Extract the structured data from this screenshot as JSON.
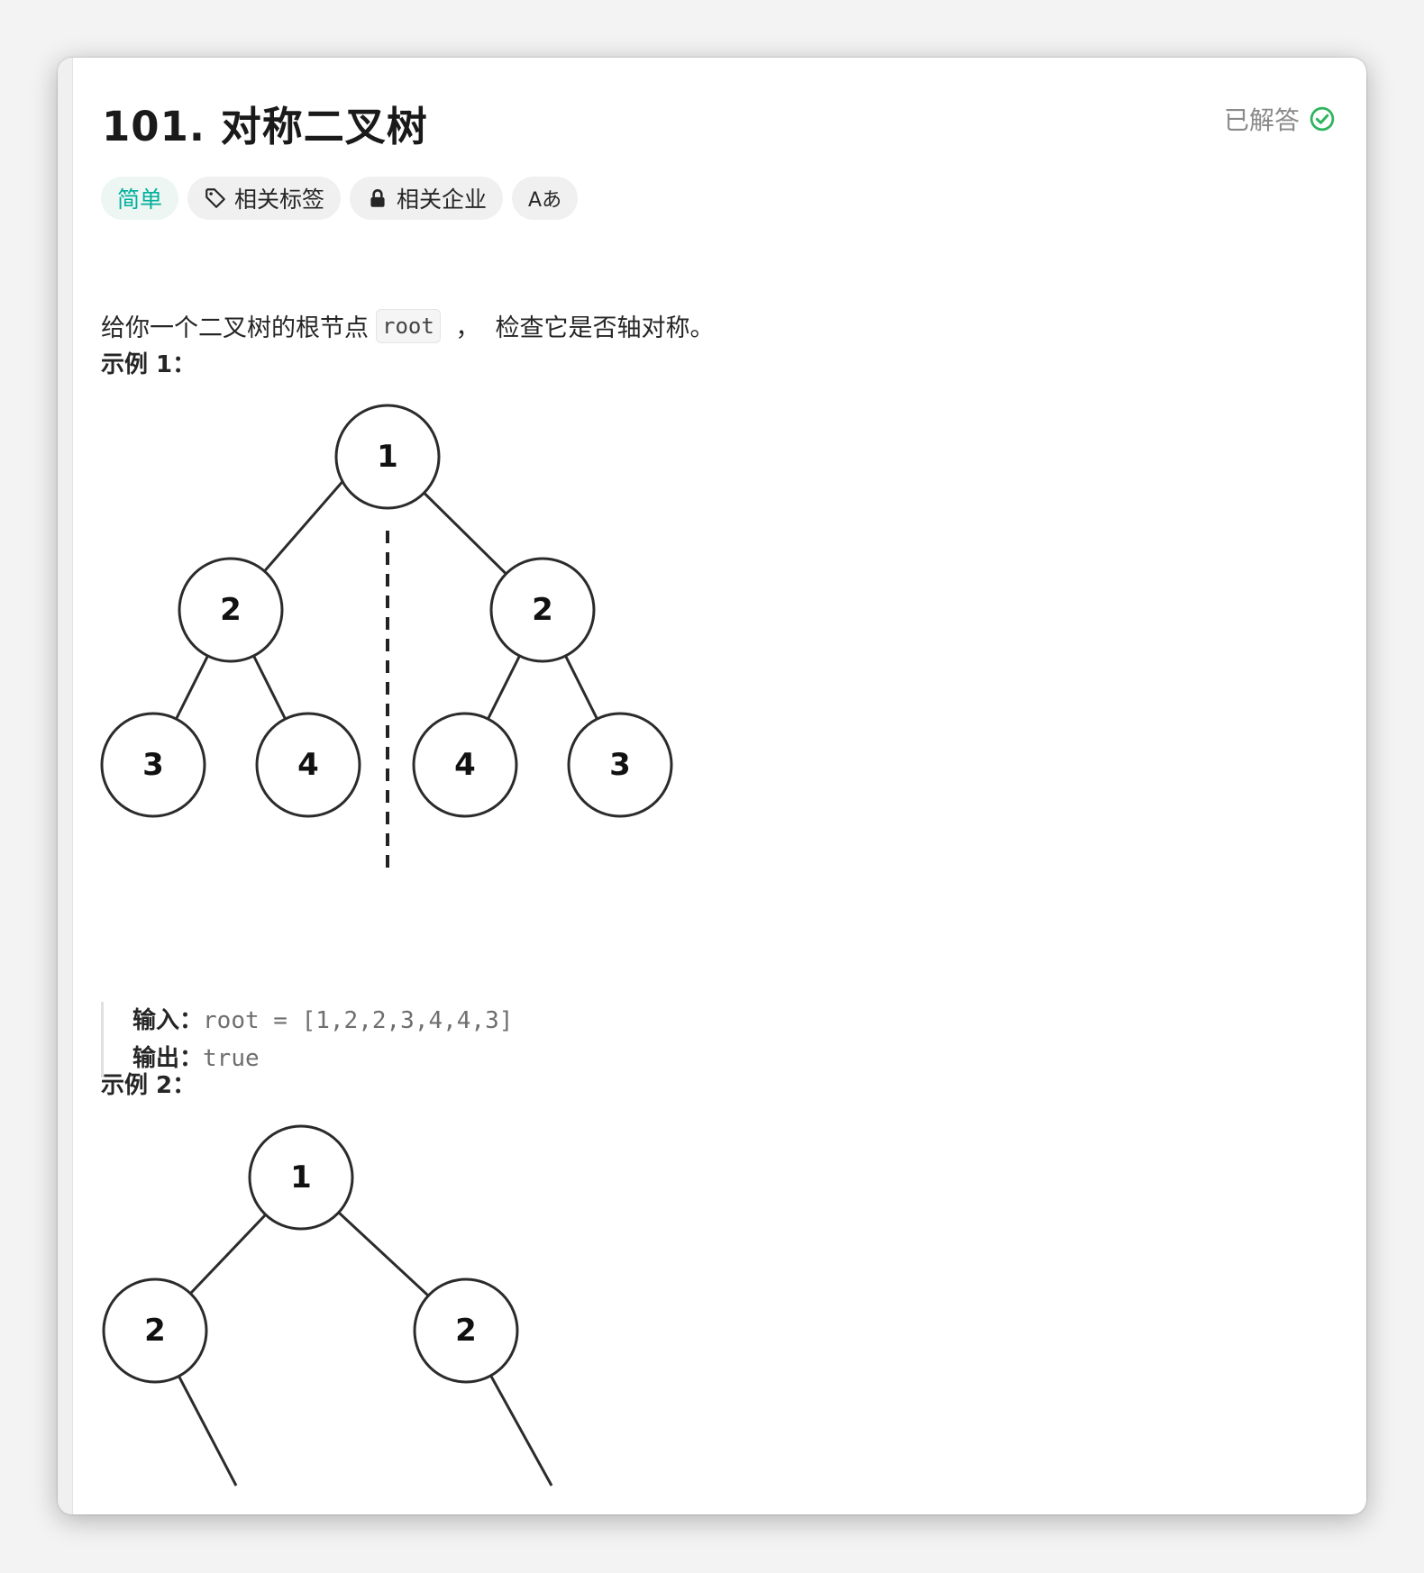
{
  "problem": {
    "number": "101.",
    "name": "对称二叉树",
    "status": "已解答"
  },
  "tags": {
    "difficulty": "简单",
    "topics": "相关标签",
    "companies": "相关企业",
    "translate": "Aあ"
  },
  "description": {
    "before": "给你一个二叉树的根节点",
    "code": "root",
    "after": " ，  检查它是否轴对称。"
  },
  "example1": {
    "title": "示例 1：",
    "tree_values": [
      "1",
      "2",
      "2",
      "3",
      "4",
      "4",
      "3"
    ],
    "input_label": "输入：",
    "input_value": "root = [1,2,2,3,4,4,3]",
    "output_label": "输出：",
    "output_value": "true"
  },
  "example2": {
    "title": "示例 2：",
    "tree_values": [
      "1",
      "2",
      "2"
    ]
  },
  "colors": {
    "easy": "#00af9b",
    "solved_check": "#2db55d",
    "text": "#262626"
  }
}
